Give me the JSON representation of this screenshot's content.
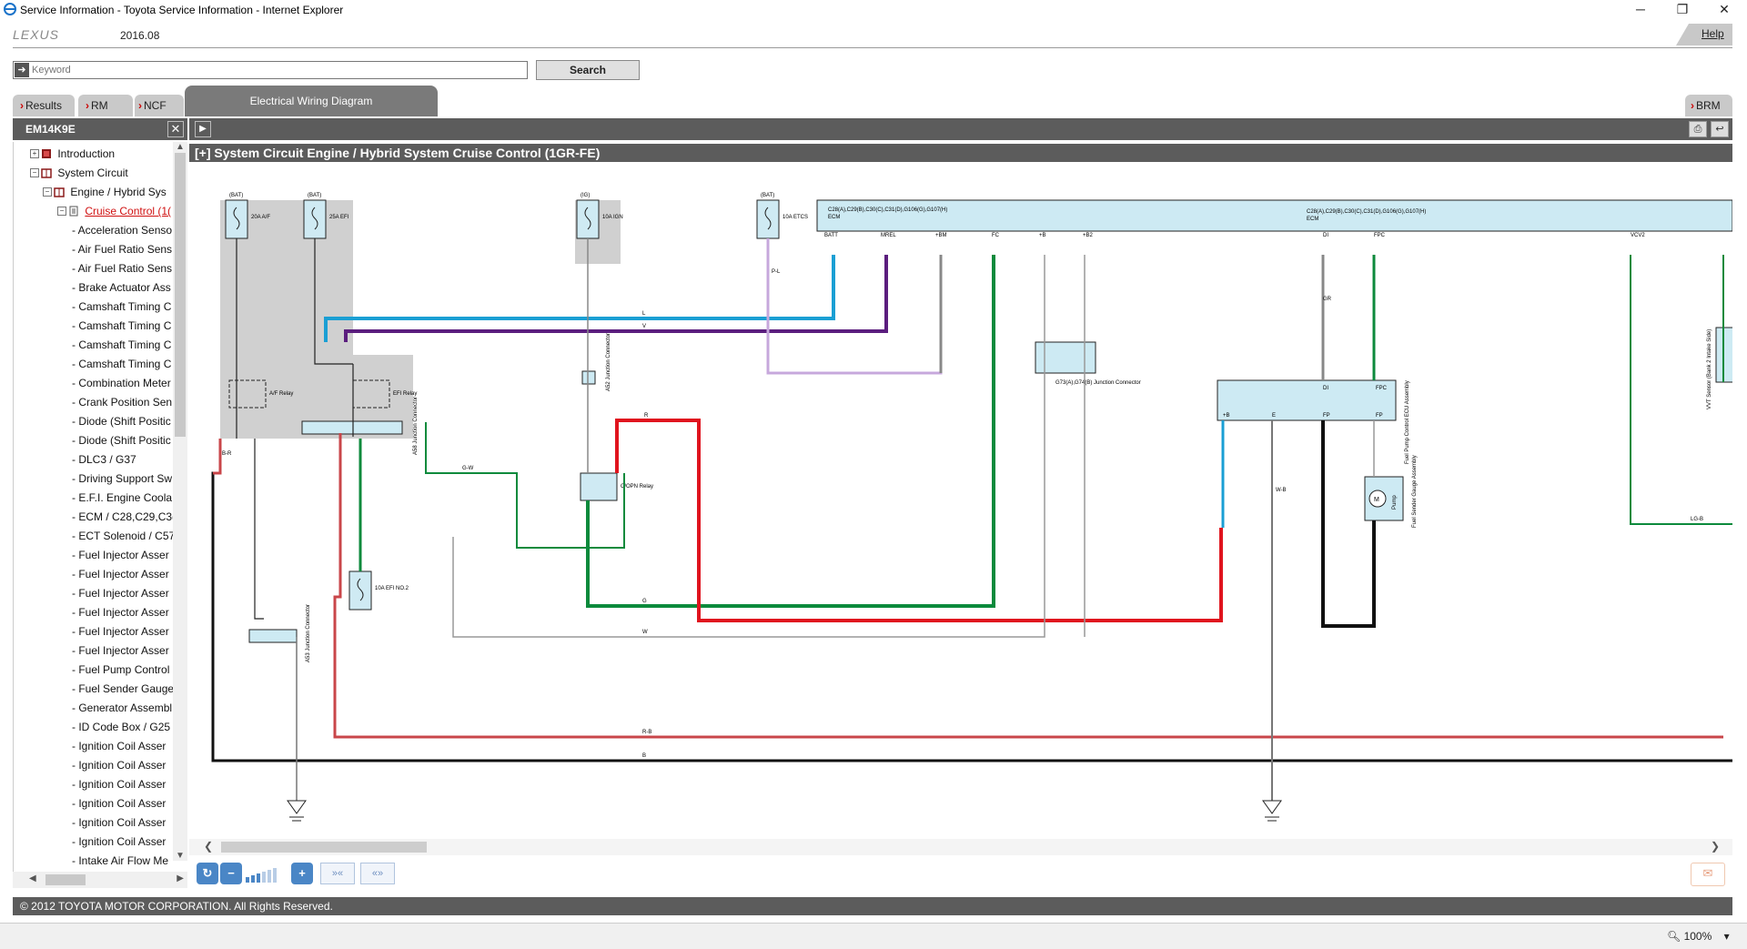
{
  "window": {
    "title": "Service Information - Toyota Service Information - Internet Explorer",
    "minimize_glyph": "─",
    "restore_glyph": "❐",
    "close_glyph": "✕"
  },
  "header": {
    "brand": "LEXUS",
    "version": "2016.08",
    "help_label": "Help"
  },
  "search": {
    "placeholder": "Keyword",
    "value": "",
    "button_label": "Search"
  },
  "tabs": {
    "results": "Results",
    "rm": "RM",
    "ncf": "NCF",
    "active": "Electrical Wiring Diagram",
    "brm": "BRM"
  },
  "left_panel": {
    "code": "EM14K9E"
  },
  "tree": {
    "nodes": [
      {
        "label": "Introduction",
        "level": 0,
        "expand": "+"
      },
      {
        "label": "System Circuit",
        "level": 0,
        "expand": "−"
      },
      {
        "label": "Engine / Hybrid Sys",
        "level": 1,
        "expand": "−"
      },
      {
        "label": "Cruise Control (1(",
        "level": 2,
        "expand": "−",
        "selected": true
      }
    ],
    "leaves": [
      "- Acceleration Senso",
      "- Air Fuel Ratio Sens",
      "- Air Fuel Ratio Sens",
      "- Brake Actuator Ass",
      "- Camshaft Timing C",
      "- Camshaft Timing C",
      "- Camshaft Timing C",
      "- Camshaft Timing C",
      "- Combination Meter",
      "- Crank Position Sen",
      "- Diode (Shift Positic",
      "- Diode (Shift Positic",
      "- DLC3 / G37",
      "- Driving Support Sw",
      "- E.F.I. Engine Coola",
      "- ECM / C28,C29,C3(",
      "- ECT Solenoid / C57",
      "- Fuel Injector Asser",
      "- Fuel Injector Asser",
      "- Fuel Injector Asser",
      "- Fuel Injector Asser",
      "- Fuel Injector Asser",
      "- Fuel Injector Asser",
      "- Fuel Pump Control",
      "- Fuel Sender Gauge",
      "- Generator Assembl",
      "- ID Code Box / G25",
      "- Ignition Coil Asser",
      "- Ignition Coil Asser",
      "- Ignition Coil Asser",
      "- Ignition Coil Asser",
      "- Ignition Coil Asser",
      "- Ignition Coil Asser",
      "- Intake Air Flow Me"
    ]
  },
  "diagram": {
    "title_prefix": "[+]",
    "title": "System Circuit  Engine / Hybrid System  Cruise Control (1GR-FE)",
    "labels": {
      "bat": "(BAT)",
      "ig": "(IG)",
      "fuse_ap": "20A A/F",
      "fuse_efi": "25A EFI",
      "fuse_ign": "10A IGN",
      "fuse_etcs": "10A ETCS",
      "fuse_efi2": "10A EFI NO.2",
      "relay_ap": "A/F Relay",
      "relay_efi": "EFI Relay",
      "relay_cirop": "C/OPN Relay",
      "ecm_left": "C28(A),C29(B),C30(C),C31(D),G106(G),G107(H)",
      "ecm_right": "C28(A),C29(B),C30(C),C31(D),G106(G),G107(H)",
      "ecm": "ECM",
      "batt": "BATT",
      "mrel": "MREL",
      "pbm": "+BM",
      "fc": "FC",
      "pb": "+B",
      "pb2": "+B2",
      "di": "DI",
      "fpc": "FPC",
      "vcv2": "VCV2",
      "fp": "FP",
      "e": "E",
      "jc_a52": "A52 Junction Connector",
      "jc_a58": "A58 Junction Connector",
      "jc_a53": "A53 Junction Connector",
      "jc_g73": "G73(A),G74(B) Junction Connector",
      "fp_ecu": "Fuel Pump Control ECU Assembly",
      "sender": "Fuel Sender Gauge Assembly",
      "pump": "Pump",
      "vvt": "VVT Sensor (Bank 2 Intake Side)"
    },
    "wire_codes": {
      "l": "L",
      "v": "V",
      "r": "R",
      "g": "G",
      "w": "W",
      "b": "B",
      "gr": "GR",
      "rb": "R-B",
      "wb": "W-B",
      "gw": "G-W",
      "br": "B-R",
      "pl": "P-L",
      "lgb": "LG-B"
    }
  },
  "zoom_toolbar": {
    "reset_glyph": "↻",
    "zoom_out_glyph": "−",
    "zoom_in_glyph": "+",
    "prev_glyph": "»«",
    "next_glyph": "«»"
  },
  "footer": {
    "copyright": "© 2012 TOYOTA MOTOR CORPORATION. All Rights Reserved."
  },
  "status": {
    "zoom": "100%"
  },
  "colors": {
    "panel_bar": "#5c5c5c",
    "wire_blue": "#1a9fd4",
    "wire_purple": "#5b1e7e",
    "wire_red": "#e0141e",
    "wire_green": "#0c8a3c",
    "wire_black": "#111111",
    "wire_redbrown": "#c9464a",
    "wire_lilac": "#c7a8dc",
    "ecm_fill": "#cdeaf3"
  }
}
